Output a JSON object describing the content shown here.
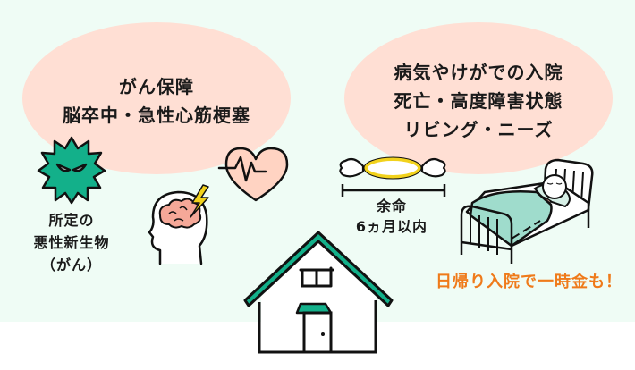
{
  "colors": {
    "background_mint": "#effcf5",
    "bubble": "#ffdfd4",
    "teal": "#13b08a",
    "blanket": "#9fdccc",
    "brain": "#f5a898",
    "halo": "#f2d21c",
    "accent_orange": "#ef7a1a"
  },
  "left_bubble": {
    "lines": [
      "がん保障",
      "脳卒中・急性心筋梗塞"
    ]
  },
  "right_bubble": {
    "lines": [
      "病気やけがでの入院",
      "死亡・高度障害状態",
      "リビング・ニーズ"
    ]
  },
  "cancer_label": {
    "lines": [
      "所定の",
      "悪性新生物",
      "（がん）"
    ]
  },
  "life_expectancy_label": {
    "lines": [
      "余命",
      "6ヵ月以内"
    ]
  },
  "day_hospitalization_note": "日帰り入院で一時金も！",
  "icons": [
    "virus-icon",
    "brain-head-icon",
    "heartbeat-heart-icon",
    "angel-halo-wings-icon",
    "hospital-bed-icon",
    "house-icon"
  ]
}
